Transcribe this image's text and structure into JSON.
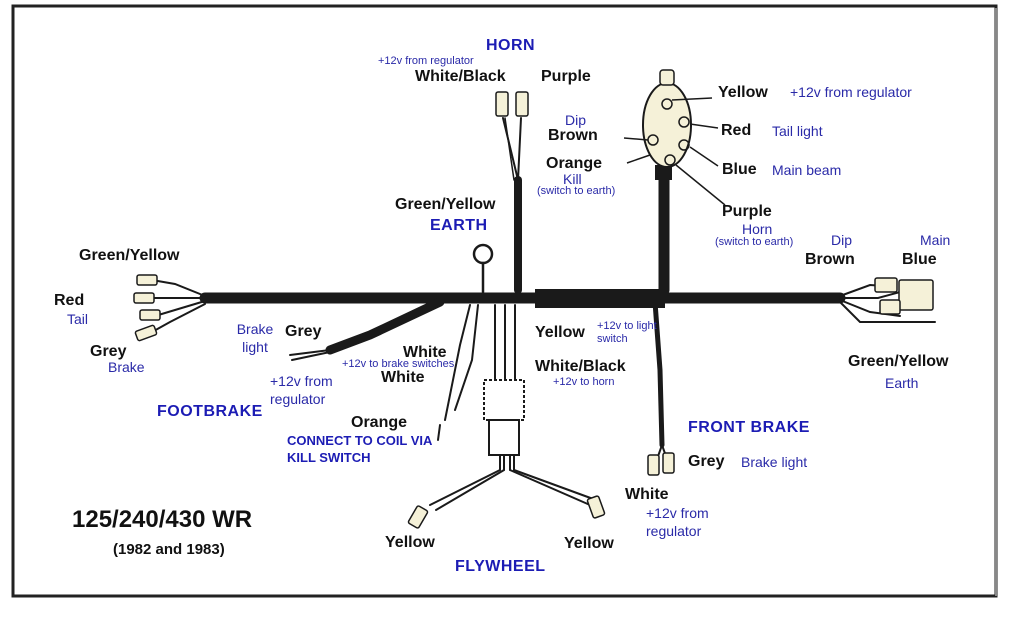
{
  "colors": {
    "title": "#1c1cb4",
    "note": "#2a2aa8",
    "wire_label": "#111111",
    "harness": "#1a1a1a"
  },
  "model": "125/240/430 WR",
  "years": "(1982 and 1983)",
  "horn": {
    "title": "HORN",
    "note": "+12v from regulator",
    "wire1": "White/Black",
    "wire2": "Purple"
  },
  "switch": {
    "dip": "Dip",
    "brown": "Brown",
    "orange": "Orange",
    "kill": "Kill",
    "kill_note": "(switch to earth)",
    "yellow": "Yellow",
    "yellow_note": "+12v from regulator",
    "red": "Red",
    "red_note": "Tail light",
    "blue": "Blue",
    "blue_note": "Main beam",
    "purple": "Purple",
    "horn": "Horn",
    "horn_note": "(switch to earth)"
  },
  "earth": {
    "wire": "Green/Yellow",
    "title": "EARTH"
  },
  "headlight": {
    "dip": "Dip",
    "main": "Main",
    "brown": "Brown",
    "blue": "Blue",
    "gy": "Green/Yellow",
    "earth": "Earth"
  },
  "tail": {
    "gy": "Green/Yellow",
    "red": "Red",
    "tail_note": "Tail",
    "grey": "Grey",
    "brake_note": "Brake"
  },
  "footbrake": {
    "brake_light": "Brake light",
    "grey": "Grey",
    "reg_note": "+12v from regulator",
    "title": "FOOTBRAKE"
  },
  "center": {
    "white1": "White",
    "white2": "White",
    "brake_sw_note": "+12v to brake switches",
    "yellow": "Yellow",
    "yellow_note": "+12v to light switch",
    "wb": "White/Black",
    "wb_note": "+12v to horn",
    "orange": "Orange",
    "coil_note": "CONNECT TO COIL VIA KILL SWITCH"
  },
  "frontbrake": {
    "title": "FRONT BRAKE",
    "grey": "Grey",
    "brake_light": "Brake light",
    "white": "White",
    "reg_note": "+12v from regulator"
  },
  "flywheel": {
    "title": "FLYWHEEL",
    "yellow1": "Yellow",
    "yellow2": "Yellow"
  }
}
